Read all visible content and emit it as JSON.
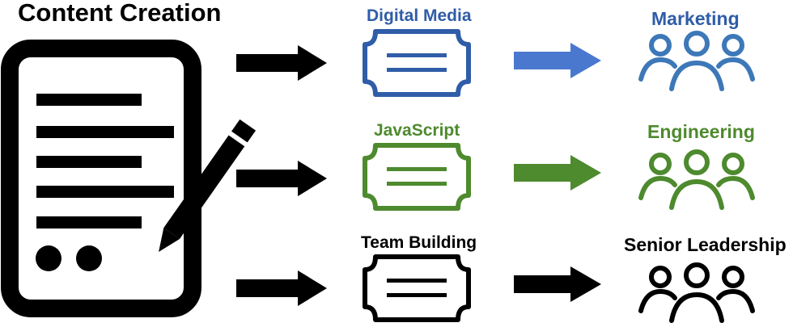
{
  "title": "Content Creation",
  "colors": {
    "blue": "#2F5DA8",
    "green": "#4E8A2E",
    "black": "#000000",
    "arrow_blue": "#4A78CF",
    "people_blue": "#3D78B8"
  },
  "rows": [
    {
      "topic": "Digital Media",
      "audience": "Marketing",
      "color_key": "blue"
    },
    {
      "topic": "JavaScript",
      "audience": "Engineering",
      "color_key": "green"
    },
    {
      "topic": "Team Building",
      "audience": "Senior Leadership",
      "color_key": "black"
    }
  ],
  "icons": {
    "document": "document-icon",
    "pencil": "pencil-icon",
    "ticket": "ticket-icon",
    "people": "people-group-icon",
    "arrow": "arrow-right-icon"
  }
}
